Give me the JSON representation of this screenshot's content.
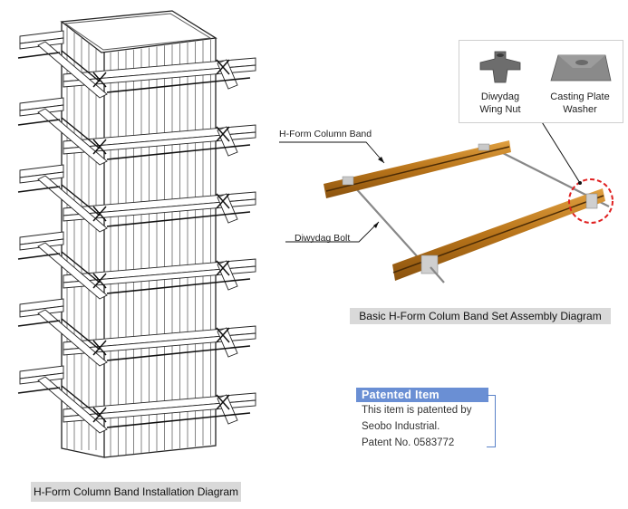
{
  "column_diagram": {
    "name": "H-Form column formwork with stacked column bands",
    "band_levels": 6,
    "caption": "H-Form Column Band Installation Diagram"
  },
  "assembly_diagram": {
    "caption": "Basic H-Form Colum Band Set Assembly Diagram",
    "callouts": {
      "band": "H-Form Column Band",
      "bolt": "Diwydag Bolt"
    },
    "highlight_color": "#e02020",
    "band_color": "#c8841a"
  },
  "parts_inset": {
    "parts": [
      {
        "line1": "Diwydag",
        "line2": "Wing Nut",
        "icon": "wing-nut-icon"
      },
      {
        "line1": "Casting Plate",
        "line2": "Washer",
        "icon": "washer-plate-icon"
      }
    ]
  },
  "patent": {
    "title": "Patented Item",
    "lines": [
      "This item is patented by",
      "Seobo Industrial.",
      "Patent No. 0583772"
    ],
    "accent_color": "#6a8fd4"
  }
}
